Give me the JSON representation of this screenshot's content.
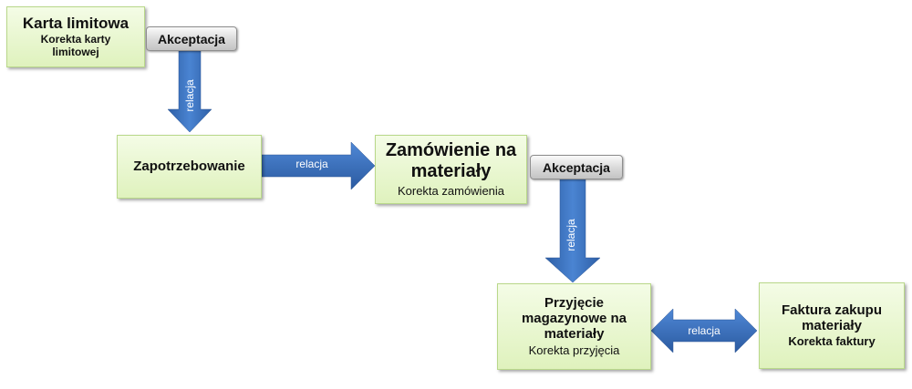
{
  "nodes": {
    "karta": {
      "title": "Karta limitowa",
      "sub": "Korekta karty limitowej"
    },
    "zapotrzebowanie": {
      "title": "Zapotrzebowanie"
    },
    "zamowienie": {
      "title": "Zamówienie na materiały",
      "sub": "Korekta zamówienia"
    },
    "przyjecie": {
      "title": "Przyjęcie magazynowe na materiały",
      "sub": "Korekta przyjęcia"
    },
    "faktura": {
      "title": "Faktura zakupu materiały",
      "sub": "Korekta faktury"
    }
  },
  "acceptance": {
    "first": "Akceptacja",
    "second": "Akceptacja"
  },
  "relations": {
    "karta_to_zapotrzebowanie": "relacja",
    "zapotrzebowanie_to_zamowienie": "relacja",
    "zamowienie_to_przyjecie": "relacja",
    "przyjecie_faktura": "relacja"
  },
  "colors": {
    "box_fill": "#dff2bd",
    "box_border": "#b9d88a",
    "arrow": "#3d74c2",
    "accept_fill": "#d8d8d8"
  }
}
